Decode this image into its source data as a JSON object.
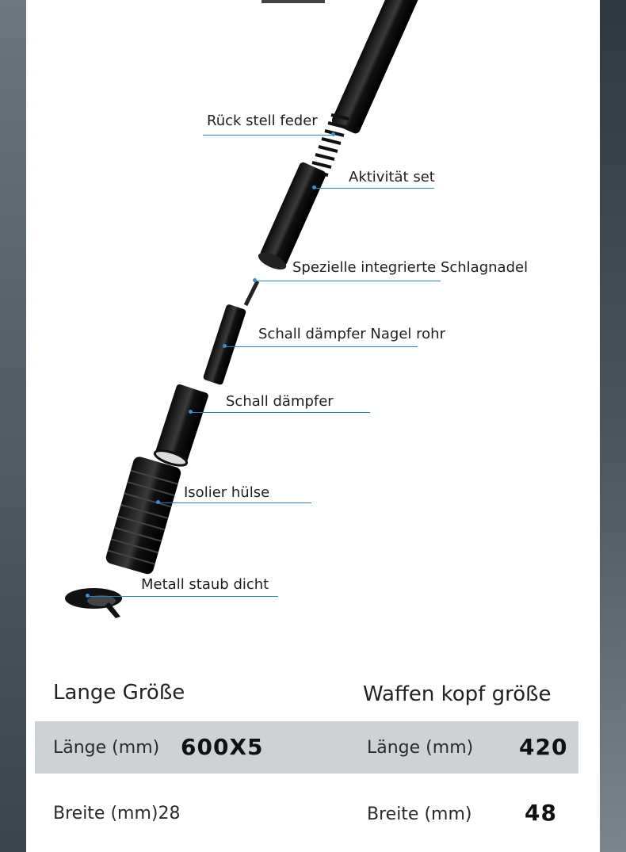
{
  "callouts": [
    {
      "key": "return_spring",
      "label": "Rück stell feder"
    },
    {
      "key": "activity_set",
      "label": "Aktivität set"
    },
    {
      "key": "firing_pin",
      "label": "Spezielle integrierte Schlagnadel"
    },
    {
      "key": "silencer_tube",
      "label": "Schall dämpfer Nagel rohr"
    },
    {
      "key": "silencer",
      "label": "Schall dämpfer"
    },
    {
      "key": "insulating_sleeve",
      "label": "Isolier hülse"
    },
    {
      "key": "dust_seal",
      "label": "Metall staub dicht"
    }
  ],
  "specs": {
    "left_title": "Lange Größe",
    "right_title": "Waffen kopf größe",
    "left": {
      "length_label": "Länge (mm)",
      "length_value": "600X5",
      "width_label": "Breite (mm)28"
    },
    "right": {
      "length_label": "Länge (mm)",
      "length_value": "420",
      "width_label": "Breite (mm)",
      "width_value": "48"
    }
  },
  "colors": {
    "accent_line": "#2f7fb8",
    "row_highlight": "#cfd2d5"
  }
}
